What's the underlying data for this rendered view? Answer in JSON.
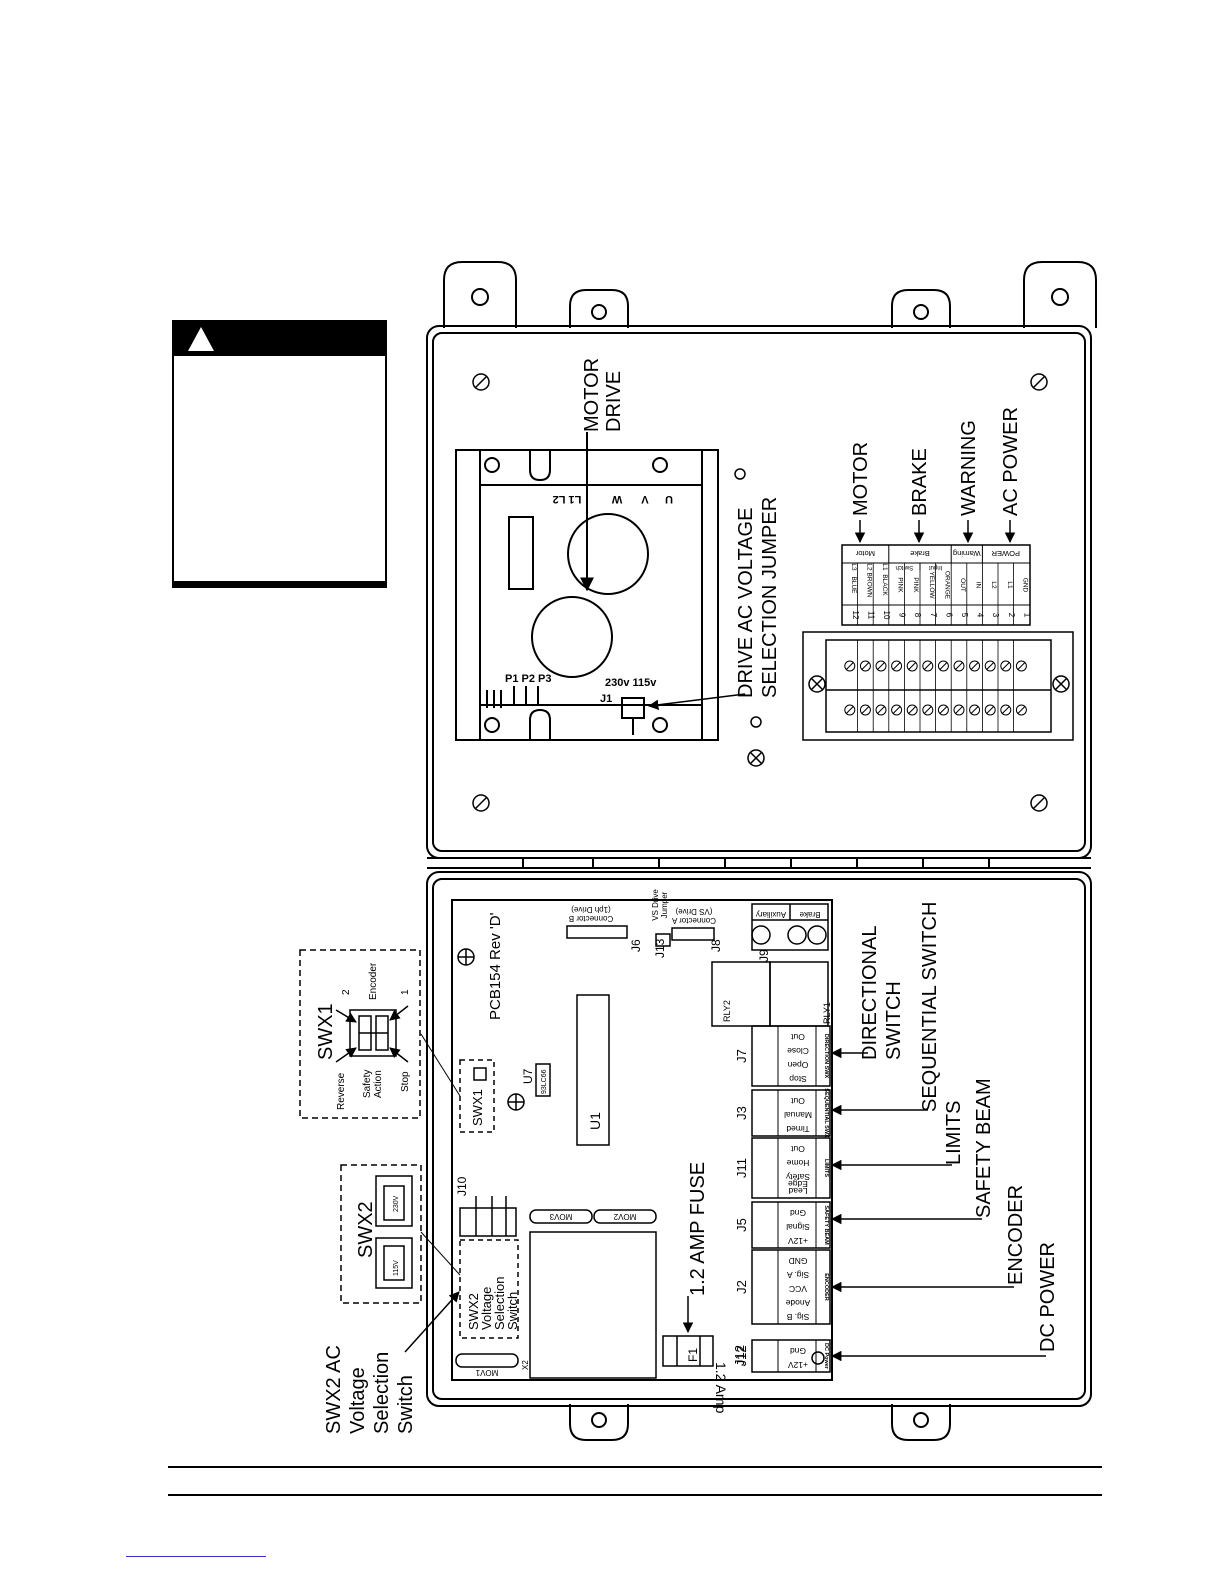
{
  "top_panel": {
    "motor_drive": "MOTOR\nDRIVE",
    "drive_labels": {
      "l1l2": "L1 L2",
      "w": "W",
      "v": "V",
      "u": "U",
      "pots": "P1 P2 P3",
      "jumper_volts": "230v 115v",
      "j1": "J1"
    },
    "drive_jumper": "DRIVE AC VOLTAGE\nSELECTION JUMPER",
    "terminal_groups": [
      {
        "label": "Motor",
        "callout": "MOTOR"
      },
      {
        "label": "Brake",
        "callout": "BRAKE"
      },
      {
        "label": "Warning",
        "callout": "WARNING"
      },
      {
        "label": "POWER",
        "callout": "AC POWER"
      }
    ],
    "brake_sub": [
      "Switch",
      "Input"
    ],
    "terminals": [
      {
        "num": "12",
        "wire": "BLUE",
        "sig": "L3"
      },
      {
        "num": "11",
        "wire": "BROWN",
        "sig": "L2"
      },
      {
        "num": "10",
        "wire": "BLACK",
        "sig": "L1"
      },
      {
        "num": "9",
        "wire": "PINK",
        "sig": ""
      },
      {
        "num": "8",
        "wire": "PINK",
        "sig": ""
      },
      {
        "num": "7",
        "wire": "YELLOW",
        "sig": ""
      },
      {
        "num": "6",
        "wire": "ORANGE",
        "sig": ""
      },
      {
        "num": "5",
        "wire": "",
        "sig": "OUT"
      },
      {
        "num": "4",
        "wire": "",
        "sig": "IN"
      },
      {
        "num": "3",
        "wire": "",
        "sig": "L2"
      },
      {
        "num": "2",
        "wire": "",
        "sig": "L1"
      },
      {
        "num": "1",
        "wire": "",
        "sig": "GND"
      }
    ]
  },
  "bottom_panel": {
    "pcb_label": "PCB154 Rev 'D'",
    "connector_b": "Connector B\n(1ph Drive)",
    "connector_a": "Connector A\n(VS Drive)",
    "vs_jumper": "VS Drive\nJumper",
    "j_labels": {
      "j6": "J6",
      "j13": "J13",
      "j8": "J8",
      "j9": "J9",
      "j10": "J10",
      "j12": "J12"
    },
    "brake_aux": [
      "Brake",
      "Auxiliary"
    ],
    "relays": [
      "RLY2",
      "RLY1"
    ],
    "ic_labels": {
      "u1": "U1",
      "u7": "U7",
      "u7_part": "93LC66",
      "swx1": "SWX1"
    },
    "movs": [
      "MOV3",
      "MOV2",
      "MOV1"
    ],
    "x2": "X2",
    "swx2_box": "SWX2\nVoltage\nSelection\nSwitch",
    "fuse": {
      "f1": "F1",
      "amp": "1.2 Amp",
      "callout": "1.2 AMP FUSE"
    },
    "connectors": [
      {
        "id": "J7",
        "name": "DIRECTION SWX",
        "pins": [
          "Stop",
          "Open",
          "Close",
          "Out"
        ],
        "callout": "DIRECTIONAL\nSWITCH"
      },
      {
        "id": "J3",
        "name": "SEQUENTIAL SWX",
        "pins": [
          "Timed",
          "Manual",
          "Out"
        ],
        "callout": "SEQUENTIAL SWITCH"
      },
      {
        "id": "J11",
        "name": "LIMITS",
        "pins": [
          "Lead\nEdge",
          "Safety",
          "Home",
          "Out"
        ],
        "callout": "LIMITS"
      },
      {
        "id": "J5",
        "name": "SAFETY BEAM",
        "pins": [
          "+12V",
          "Signal",
          "Gnd"
        ],
        "callout": "SAFETY BEAM"
      },
      {
        "id": "J2",
        "name": "ENCODER",
        "pins": [
          "Sig. B",
          "Anode",
          "VCC",
          "Sig. A",
          "GND"
        ],
        "callout": "ENCODER"
      },
      {
        "id": "J12",
        "name": "DC Power",
        "pins": [
          "+12V",
          "Gnd"
        ],
        "callout": "DC POWER"
      }
    ]
  },
  "swx1_detail": {
    "title": "SWX1",
    "labels": [
      "Reverse",
      "Safety\nAction",
      "Stop",
      "Encoder",
      "2",
      "1"
    ]
  },
  "swx2_detail": {
    "title": "SWX2",
    "sw230": "230V",
    "sw115": "115V"
  },
  "swx2_callout": "SWX2 AC\nVoltage\nSelection\nSwitch"
}
